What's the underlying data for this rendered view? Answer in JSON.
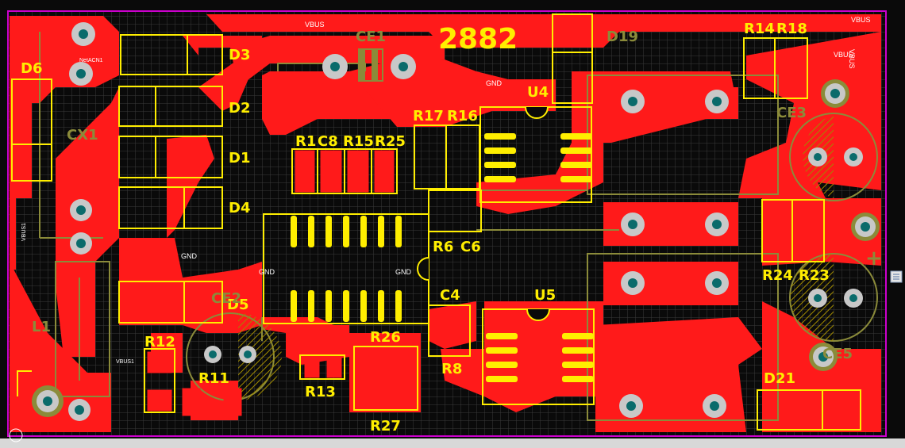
{
  "board": {
    "title": "2882",
    "colors": {
      "background": "#0a0a0a",
      "grid": "#3a3a3a",
      "copper": "#ff1a1a",
      "silkscreen": "#ffee00",
      "overlay": "#8b8b3a",
      "via_ring": "#c8c8c8",
      "via_hole": "#0a6b6b",
      "outline": "#cc00cc"
    },
    "silk_labels": {
      "D6": "D6",
      "D3": "D3",
      "D2": "D2",
      "D1": "D1",
      "D4": "D4",
      "D5": "D5",
      "D19": "D19",
      "D21": "D21",
      "CX1": "CX1",
      "CE1": "CE1",
      "CE2": "CE2",
      "CE3": "CE3",
      "CE5": "CE5",
      "L1": "L1",
      "R1": "R1",
      "C8": "C8",
      "R15": "R15",
      "R25": "R25",
      "R17": "R17",
      "R16": "R16",
      "R14": "R14",
      "R18": "R18",
      "U4": "U4",
      "U5": "U5",
      "R6": "R6",
      "C6": "C6",
      "C4": "C4",
      "R26": "R26",
      "R8": "R8",
      "R12": "R12",
      "R11": "R11",
      "R13": "R13",
      "R27": "R27",
      "R24": "R24",
      "R23": "R23",
      "plus": "+"
    },
    "net_labels": {
      "vbus_top": "VBUS",
      "vbus_right1": "VBUS",
      "vbus_right2": "VBUS",
      "vbus_right3": "VBUS",
      "netacn1": "NetACN1",
      "gnd_1": "GND",
      "gnd_2": "GND",
      "gnd_3": "GND",
      "gnd_4": "GND",
      "vbus_left": "VBUS1",
      "vbus_bot": "VBUS1"
    }
  }
}
